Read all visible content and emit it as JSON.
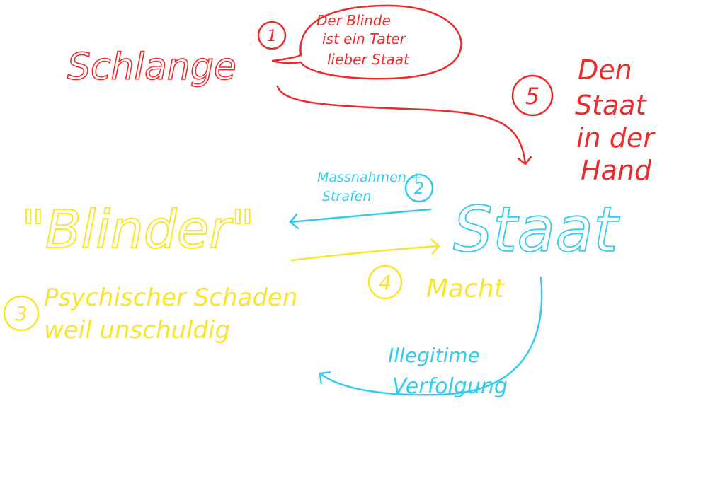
{
  "colors": {
    "red": "#ee2a2a",
    "cyan": "#33ccee",
    "yellow": "#f7e62e",
    "background": "#ffffff"
  },
  "nodes": {
    "schlange": "Schlange",
    "staat": "Staat",
    "blinder": "\"Blinder\""
  },
  "bubble": {
    "number": "1",
    "lines": [
      "Der Blinde",
      "ist ein Tater",
      "lieber Staat"
    ]
  },
  "step5": {
    "number": "5",
    "lines": [
      "Den",
      "Staat",
      "in der",
      "Hand"
    ]
  },
  "step2": {
    "number": "2",
    "lines": [
      "Massnahmen +",
      "Strafen"
    ]
  },
  "step3": {
    "number": "3",
    "lines": [
      "Psychischer Schaden",
      "weil unschuldig"
    ]
  },
  "step4": {
    "number": "4",
    "label": "Macht"
  },
  "illegitim": {
    "lines": [
      "Illegitime",
      "Verfolgung"
    ]
  }
}
